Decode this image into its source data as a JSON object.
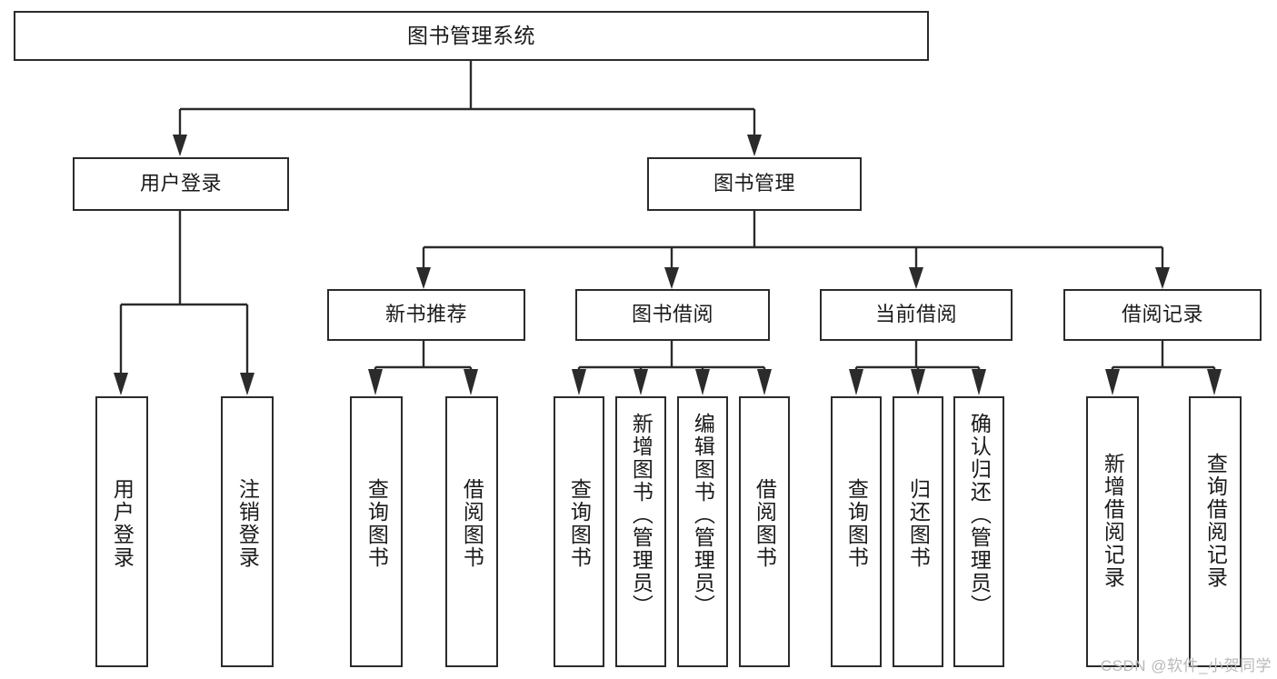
{
  "diagram": {
    "type": "hierarchy-tree",
    "title": "图书管理系统",
    "orientation": "top-down",
    "levels": 4,
    "nodes": {
      "root": {
        "label": "图书管理系统"
      },
      "level2": [
        {
          "label": "用户登录"
        },
        {
          "label": "图书管理"
        }
      ],
      "level3": [
        {
          "label": "新书推荐"
        },
        {
          "label": "图书借阅"
        },
        {
          "label": "当前借阅"
        },
        {
          "label": "借阅记录"
        }
      ],
      "leaves_user_login": [
        {
          "label": "用户登录"
        },
        {
          "label": "注销登录"
        }
      ],
      "leaves_new_book": [
        {
          "label": "查询图书"
        },
        {
          "label": "借阅图书"
        }
      ],
      "leaves_borrow": [
        {
          "label": "查询图书"
        },
        {
          "label": "新增图书（管理员）"
        },
        {
          "label": "编辑图书（管理员）"
        },
        {
          "label": "借阅图书"
        }
      ],
      "leaves_current": [
        {
          "label": "查询图书"
        },
        {
          "label": "归还图书"
        },
        {
          "label": "确认归还（管理员）"
        }
      ],
      "leaves_record": [
        {
          "label": "新增借阅记录"
        },
        {
          "label": "查询借阅记录"
        }
      ]
    },
    "colors": {
      "stroke": "#2b2b2b",
      "fill": "#ffffff",
      "text": "#1a1a1a",
      "watermark": "#b9b9b9"
    }
  },
  "watermark": {
    "text": "CSDN @软件_小贺同学"
  }
}
